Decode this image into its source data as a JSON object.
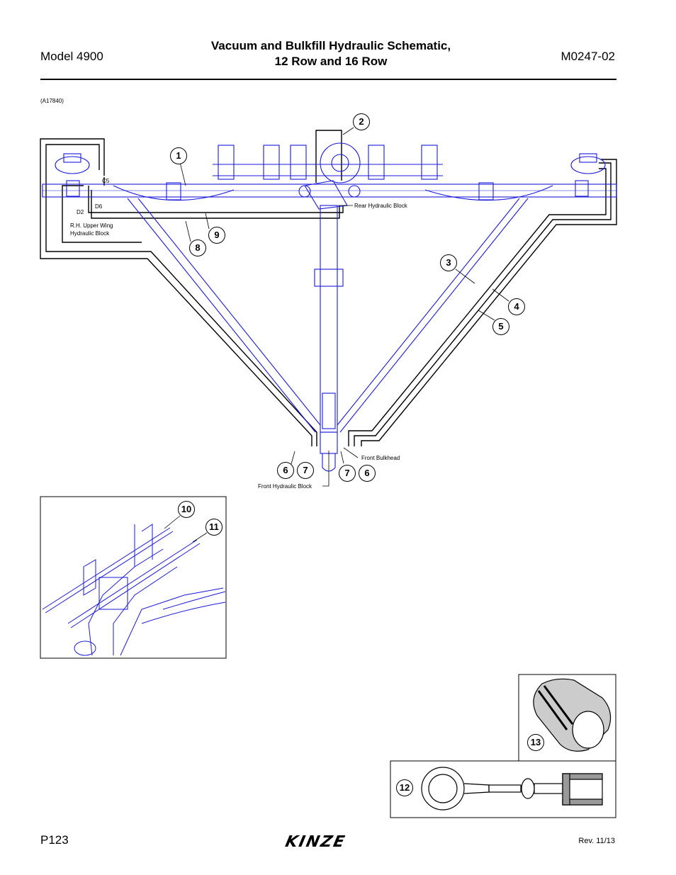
{
  "header": {
    "model": "Model 4900",
    "title_line1": "Vacuum and Bulkfill Hydraulic Schematic,",
    "title_line2": "12 Row and 16 Row",
    "doc_number": "M0247-02"
  },
  "figure_code": "(A17840)",
  "labels": {
    "c5": "C5",
    "d6": "D6",
    "d2": "D2",
    "rh_upper_line1": "R.H. Upper Wing",
    "rh_upper_line2": "Hydraulic Block",
    "rear_block": "Rear Hydraulic Block",
    "front_bulkhead": "Front Bulkhead",
    "front_block": "Front Hydraulic Block"
  },
  "callouts": {
    "c1": "1",
    "c2": "2",
    "c3": "3",
    "c4": "4",
    "c5": "5",
    "c6a": "6",
    "c7a": "7",
    "c7b": "7",
    "c6b": "6",
    "c8": "8",
    "c9": "9",
    "c10": "10",
    "c11": "11",
    "c12": "12",
    "c13": "13"
  },
  "footer": {
    "page": "P123",
    "brand": "KINZE",
    "revision": "Rev. 11/13"
  },
  "colors": {
    "drawing_blue": "#1a1adb",
    "line_black": "#000000"
  }
}
